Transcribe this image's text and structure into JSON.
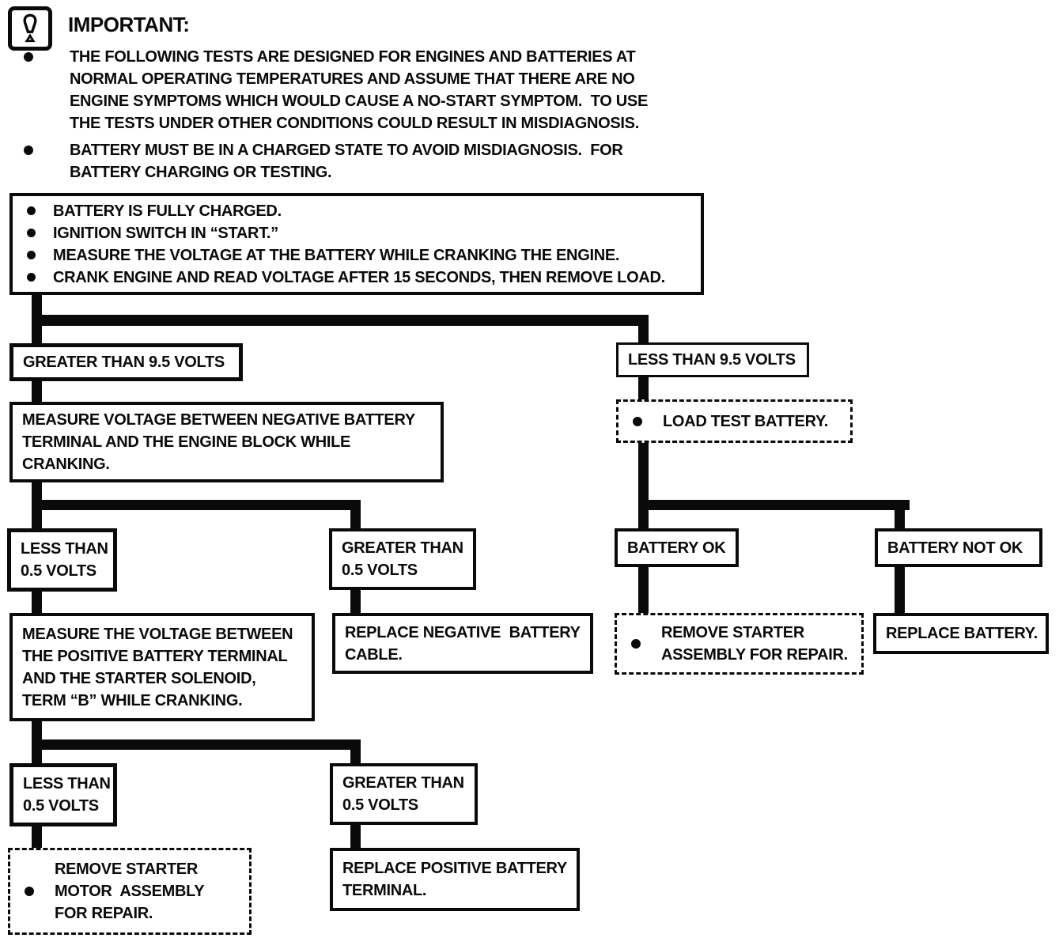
{
  "page": {
    "background": "#ffffff",
    "ink": "#0a0a0a"
  },
  "header": {
    "icon": "alert-exclamation-icon",
    "title": "IMPORTANT:",
    "bullets": [
      "THE FOLLOWING TESTS ARE DESIGNED FOR ENGINES AND BATTERIES AT\nNORMAL OPERATING TEMPERATURES AND ASSUME THAT THERE ARE NO\nENGINE SYMPTOMS WHICH WOULD CAUSE A NO-START SYMPTOM.  TO USE\nTHE TESTS UNDER OTHER CONDITIONS COULD RESULT IN MISDIAGNOSIS.",
      "BATTERY MUST BE IN A CHARGED STATE TO AVOID MISDIAGNOSIS.  FOR\nBATTERY CHARGING OR TESTING."
    ]
  },
  "flow": {
    "start": {
      "bullets": [
        "BATTERY IS FULLY CHARGED.",
        "IGNITION SWITCH IN “START.”",
        "MEASURE THE VOLTAGE AT THE BATTERY WHILE CRANKING THE ENGINE.",
        "CRANK ENGINE AND READ VOLTAGE AFTER 15 SECONDS, THEN REMOVE LOAD."
      ]
    },
    "nodes": {
      "greater_95": {
        "label": "GREATER THAN 9.5 VOLTS"
      },
      "less_95": {
        "label": "LESS THAN 9.5 VOLTS"
      },
      "measure_negative": {
        "label": "MEASURE VOLTAGE BETWEEN NEGATIVE BATTERY\nTERMINAL AND THE ENGINE BLOCK WHILE\nCRANKING."
      },
      "load_test": {
        "label": "LOAD TEST BATTERY."
      },
      "less_05_a": {
        "label": "LESS THAN\n0.5 VOLTS"
      },
      "greater_05_a": {
        "label": "GREATER THAN\n0.5 VOLTS"
      },
      "battery_ok": {
        "label": "BATTERY OK"
      },
      "battery_not_ok": {
        "label": "BATTERY NOT OK"
      },
      "measure_positive": {
        "label": "MEASURE THE VOLTAGE BETWEEN\nTHE POSITIVE BATTERY TERMINAL\nAND THE STARTER SOLENOID,\nTERM “B” WHILE CRANKING."
      },
      "replace_negative_cable": {
        "label": "REPLACE NEGATIVE  BATTERY\nCABLE."
      },
      "remove_starter_assembly": {
        "label": "REMOVE STARTER\nASSEMBLY FOR REPAIR."
      },
      "replace_battery": {
        "label": "REPLACE BATTERY."
      },
      "less_05_b": {
        "label": "LESS THAN\n0.5 VOLTS"
      },
      "greater_05_b": {
        "label": "GREATER THAN\n0.5 VOLTS"
      },
      "remove_starter_motor": {
        "label": "REMOVE STARTER\nMOTOR  ASSEMBLY\nFOR REPAIR."
      },
      "replace_positive_terminal": {
        "label": "REPLACE POSITIVE BATTERY\nTERMINAL."
      }
    }
  }
}
